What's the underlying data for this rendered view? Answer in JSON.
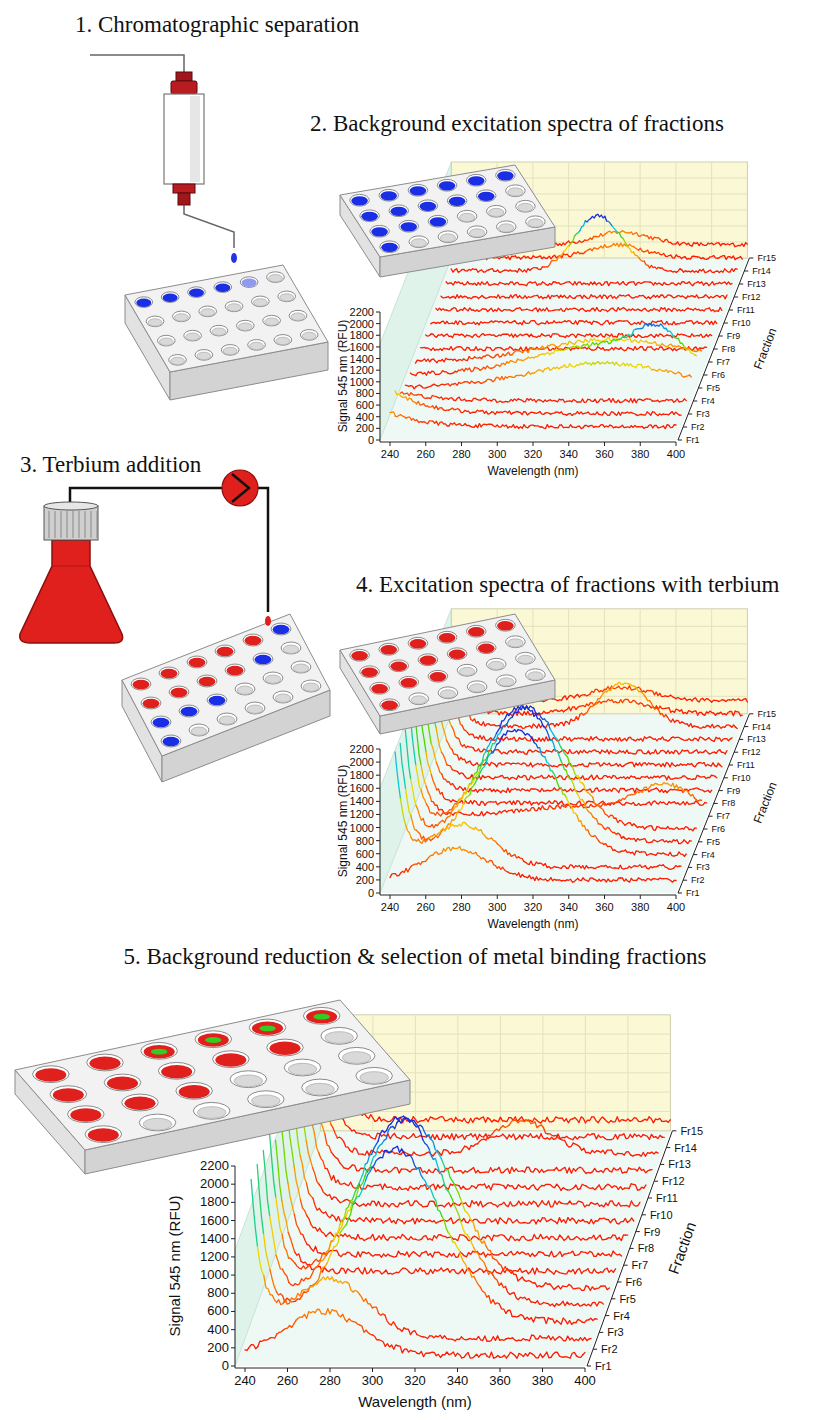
{
  "diagram": {
    "labels": [
      "1. Chromatographic separation",
      "2. Background excitation spectra of fractions",
      "0",
      "200",
      "400",
      "600",
      "800",
      "1000",
      "1200",
      "1400",
      "1600",
      "1800",
      "2000",
      "2200",
      "Signal 545 nm (RFU)",
      "240",
      "260",
      "280",
      "300",
      "320",
      "340",
      "360",
      "380",
      "400",
      "Wavelength (nm)",
      "Fr1",
      "Fr2",
      "Fr3",
      "Fr4",
      "Fr5",
      "Fr6",
      "Fr7",
      "Fr8",
      "Fr9",
      "Fr10",
      "Fr11",
      "Fr12",
      "Fr13",
      "Fr14",
      "Fr15",
      "Fraction",
      "3. Terbium addition",
      "4. Excitation spectra of fractions with terbium",
      "0",
      "200",
      "400",
      "600",
      "800",
      "1000",
      "1200",
      "1400",
      "1600",
      "1800",
      "2000",
      "2200",
      "Signal 545 nm (RFU)",
      "240",
      "260",
      "280",
      "300",
      "320",
      "340",
      "360",
      "380",
      "400",
      "Wavelength (nm)",
      "Fr1",
      "Fr2",
      "Fr3",
      "Fr4",
      "Fr5",
      "Fr6",
      "Fr7",
      "Fr8",
      "Fr9",
      "Fr10",
      "Fr11",
      "Fr12",
      "Fr13",
      "Fr14",
      "Fr15",
      "Fraction",
      "5. Background reduction & selection of metal binding fractions",
      "0",
      "200",
      "400",
      "600",
      "800",
      "1000",
      "1200",
      "1400",
      "1600",
      "1800",
      "2000",
      "2200",
      "Signal 545 nm (RFU)",
      "240",
      "260",
      "280",
      "300",
      "320",
      "340",
      "360",
      "380",
      "400",
      "Wavelength (nm)",
      "Fr1",
      "Fr2",
      "Fr3",
      "Fr4",
      "Fr5",
      "Fr6",
      "Fr7",
      "Fr8",
      "Fr9",
      "Fr10",
      "Fr11",
      "Fr12",
      "Fr13",
      "Fr14",
      "Fr15",
      "Fraction"
    ]
  }
}
